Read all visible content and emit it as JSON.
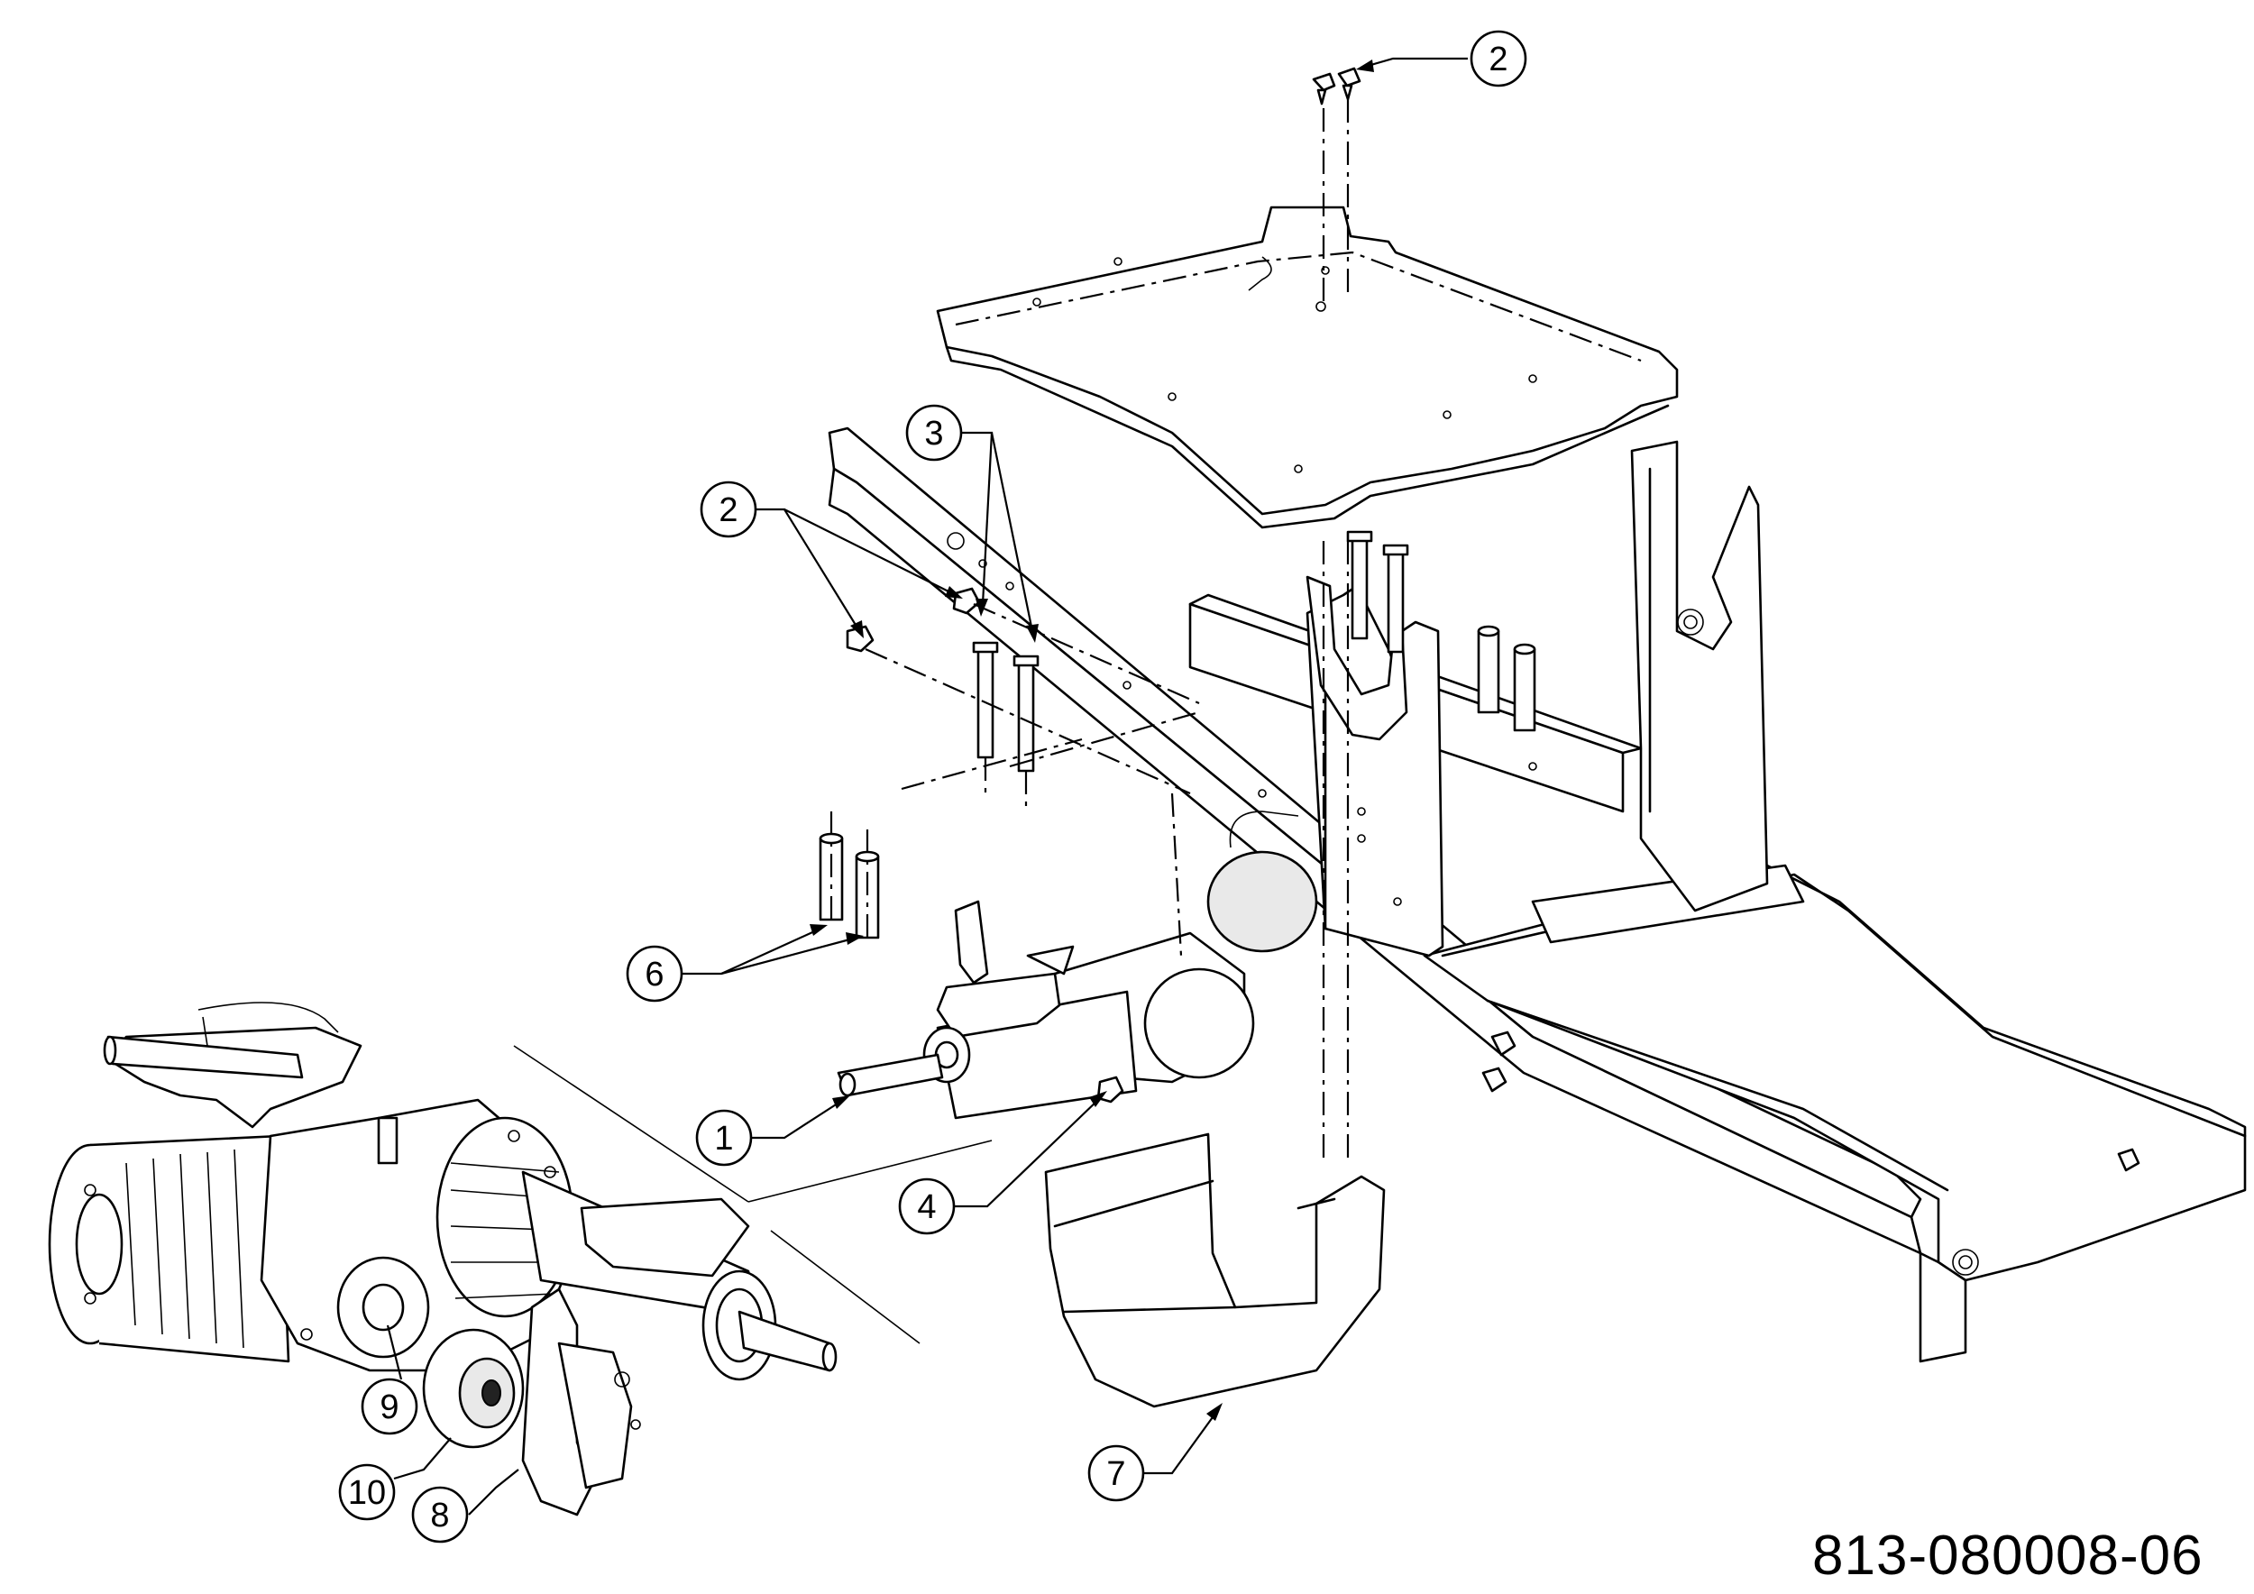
{
  "drawing": {
    "part_number": "813-080008-06"
  },
  "callouts": [
    {
      "id": "c1",
      "label": "1"
    },
    {
      "id": "c2a",
      "label": "2"
    },
    {
      "id": "c2b",
      "label": "2"
    },
    {
      "id": "c3",
      "label": "3"
    },
    {
      "id": "c4",
      "label": "4"
    },
    {
      "id": "c6",
      "label": "6"
    },
    {
      "id": "c7",
      "label": "7"
    },
    {
      "id": "c8",
      "label": "8"
    },
    {
      "id": "c9",
      "label": "9"
    },
    {
      "id": "c10",
      "label": "10"
    }
  ]
}
